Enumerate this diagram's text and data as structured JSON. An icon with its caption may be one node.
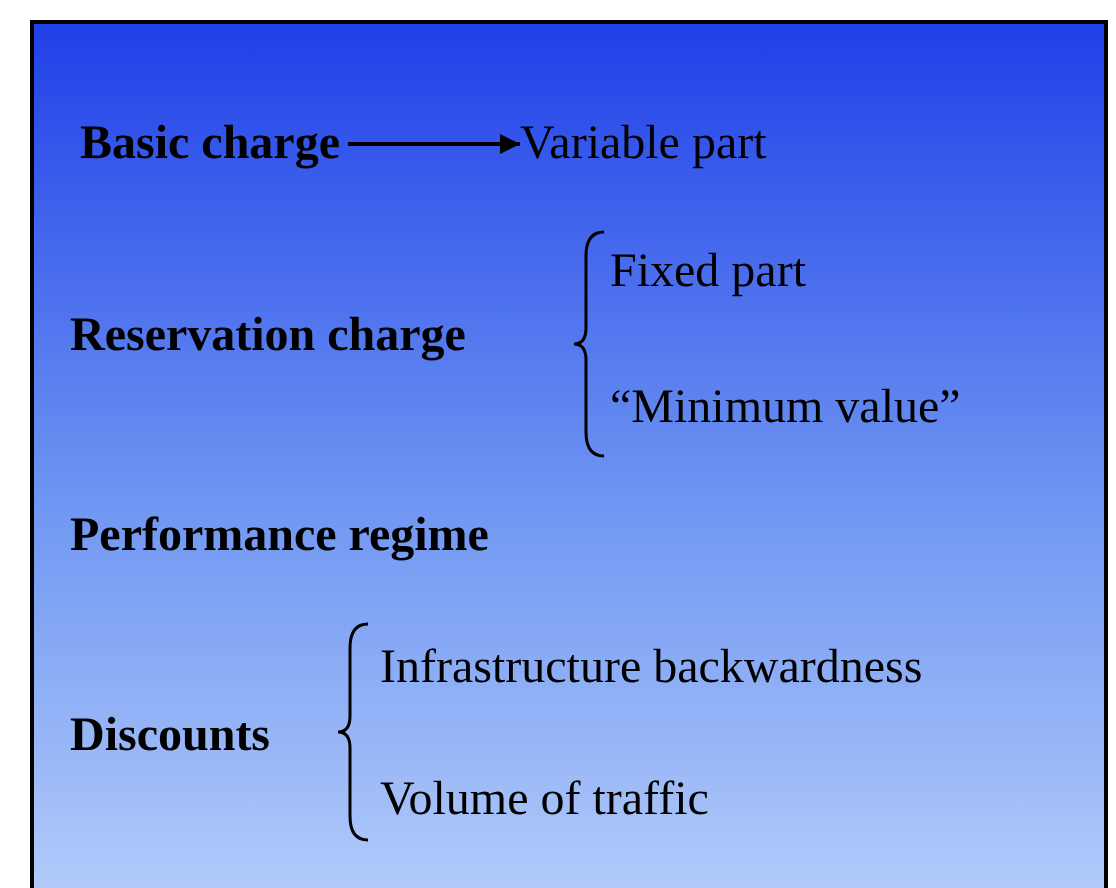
{
  "diagram": {
    "nodes": [
      {
        "text": [
          "Basic charge"
        ]
      },
      {
        "text": [
          "Variable part"
        ]
      }
    ],
    "edges": [
      {
        "from": 0,
        "to": 1,
        "arrow": "to"
      }
    ],
    "labels": [
      "Reservation charge",
      "Fixed part",
      "“Minimum value”",
      "Performance regime",
      "Discounts",
      "Infrastructure backwardness",
      "Volume of traffic"
    ]
  }
}
